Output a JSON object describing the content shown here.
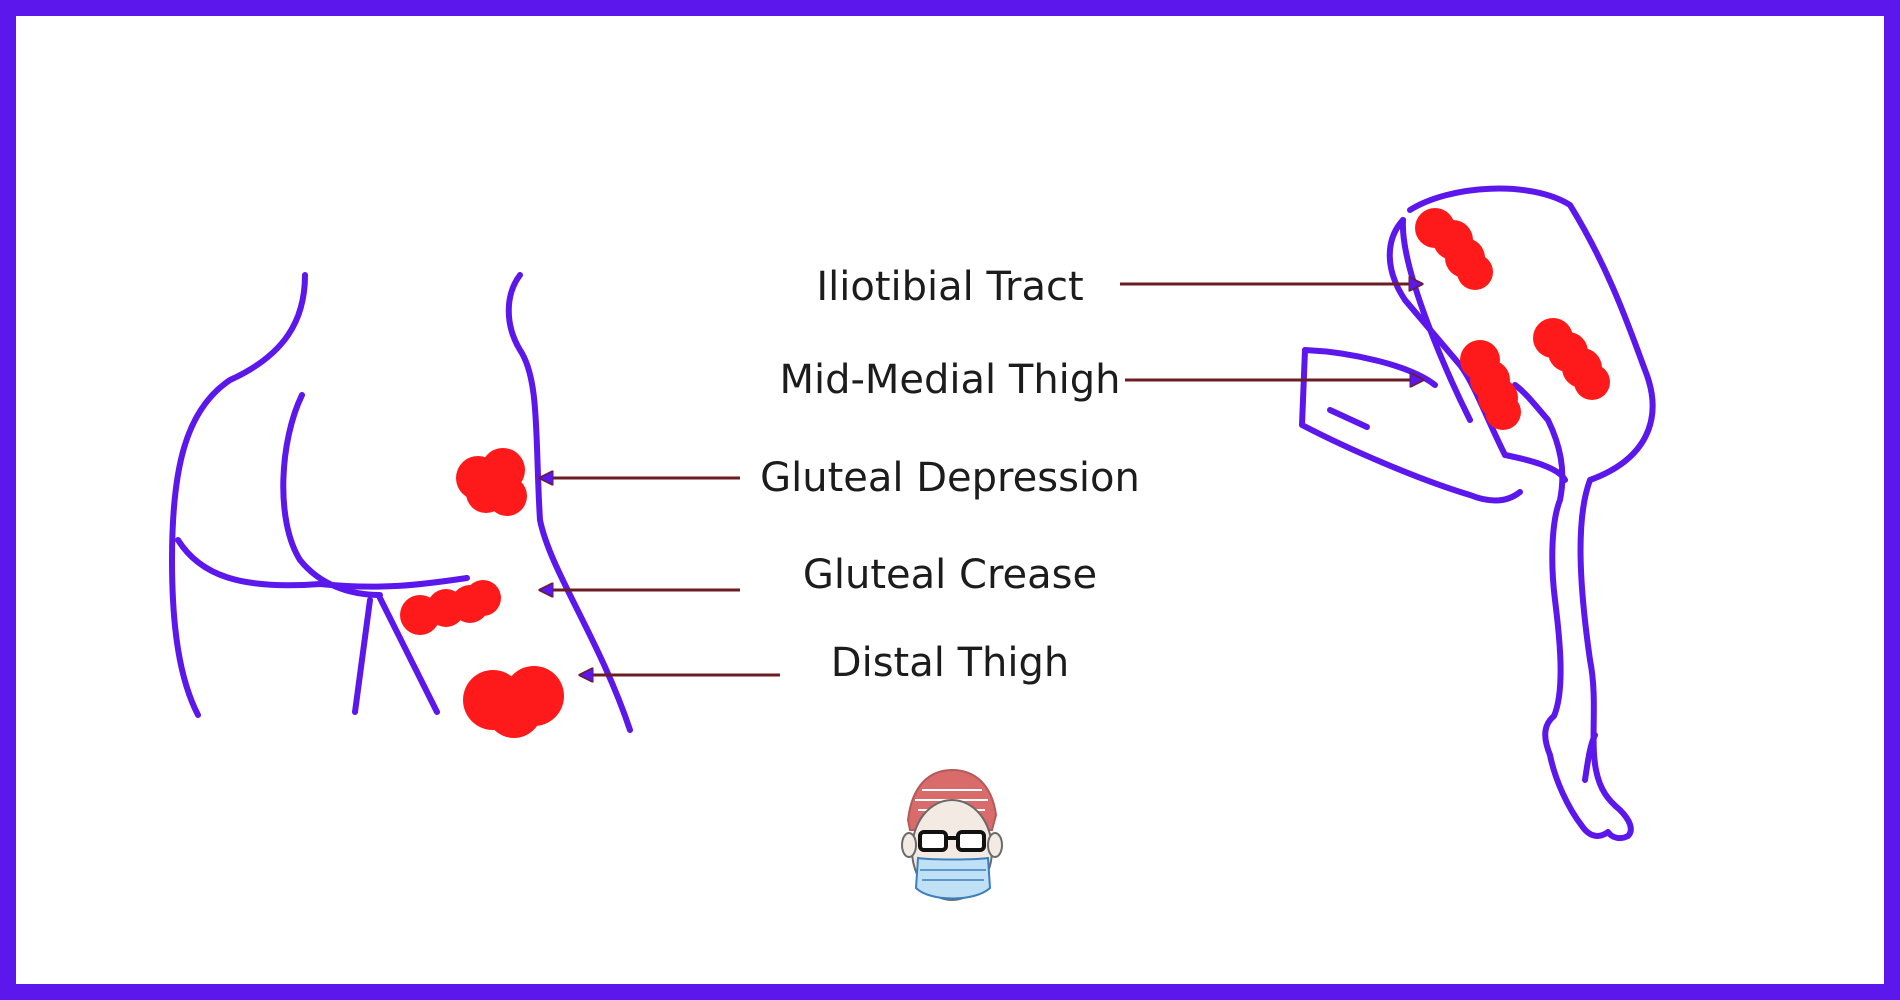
{
  "colors": {
    "frame": "#5b17ec",
    "outline": "#5b17ec",
    "spot": "#fe1a1a",
    "arrow_line": "#6b1d24",
    "arrow_head": "#5b17ec",
    "text": "#1c1c1c"
  },
  "labels": {
    "iliotibial_tract": "Iliotibial Tract",
    "mid_medial_thigh": "Mid-Medial Thigh",
    "gluteal_depression": "Gluteal Depression",
    "gluteal_crease": "Gluteal Crease",
    "distal_thigh": "Distal Thigh"
  },
  "icons": {
    "left_figure": "buttocks-outline-icon",
    "right_figure": "leg-outline-icon",
    "logo": "masked-doctor-logo-icon"
  }
}
